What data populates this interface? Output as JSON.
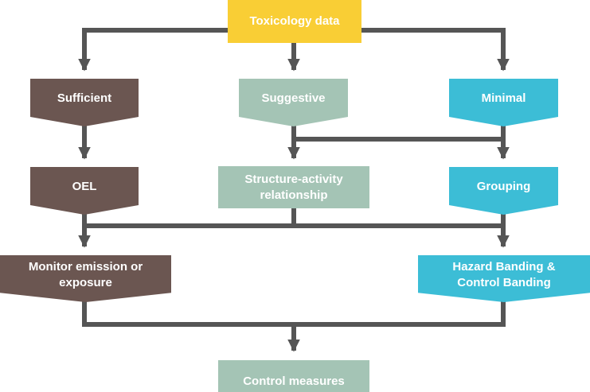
{
  "diagram": {
    "root": {
      "label": "Toxicology data",
      "color": "#f9ce35"
    },
    "levels": [
      {
        "label": "Sufficient",
        "color": "#6b5651"
      },
      {
        "label": "Suggestive",
        "color": "#a4c4b5"
      },
      {
        "label": "Minimal",
        "color": "#3cbdd6"
      }
    ],
    "methods": [
      {
        "label": "OEL",
        "color": "#6b5651"
      },
      {
        "label": "Structure-activity relationship",
        "color": "#a4c4b5"
      },
      {
        "label": "Grouping",
        "color": "#3cbdd6"
      }
    ],
    "approaches": [
      {
        "label": "Monitor emission or exposure",
        "color": "#6b5651"
      },
      {
        "label": "Hazard Banding & Control Banding",
        "color": "#3cbdd6"
      }
    ],
    "result": {
      "label": "Control measures",
      "color": "#a4c4b5"
    },
    "connector_color": "#555555"
  }
}
